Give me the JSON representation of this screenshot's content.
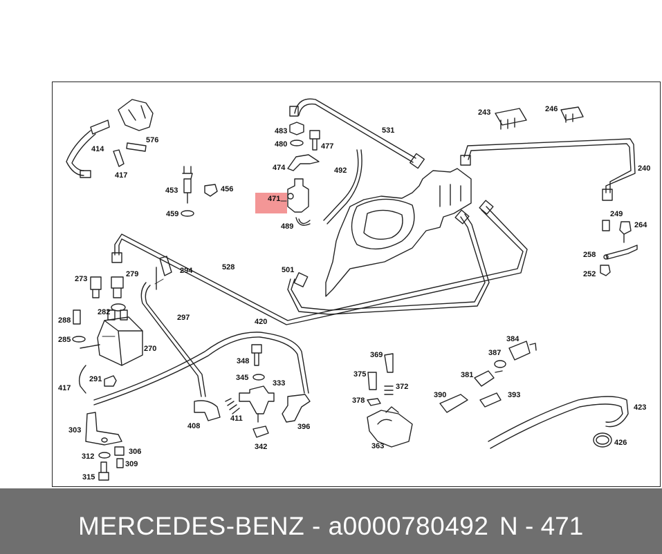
{
  "diagram": {
    "highlight_color": "#f28b8b",
    "highlighted_part": "471",
    "labels": [
      "531",
      "243",
      "246",
      "483",
      "480",
      "477",
      "474",
      "492",
      "576",
      "414",
      "417",
      "453",
      "456",
      "471",
      "459",
      "489",
      "240",
      "249",
      "264",
      "258",
      "252",
      "528",
      "501",
      "273",
      "279",
      "294",
      "297",
      "288",
      "282",
      "285",
      "270",
      "420",
      "348",
      "345",
      "333",
      "291",
      "417b",
      "411",
      "408",
      "396",
      "342",
      "369",
      "375",
      "372",
      "378",
      "363",
      "384",
      "387",
      "381",
      "390",
      "393",
      "423",
      "426",
      "303",
      "306",
      "312",
      "309",
      "315"
    ],
    "label_text": {
      "417b": "417"
    }
  },
  "footer": {
    "brand_text": "MERCEDES-BENZ - a0000780492",
    "part_text": "N - 471",
    "background": "#6f6f6f"
  }
}
